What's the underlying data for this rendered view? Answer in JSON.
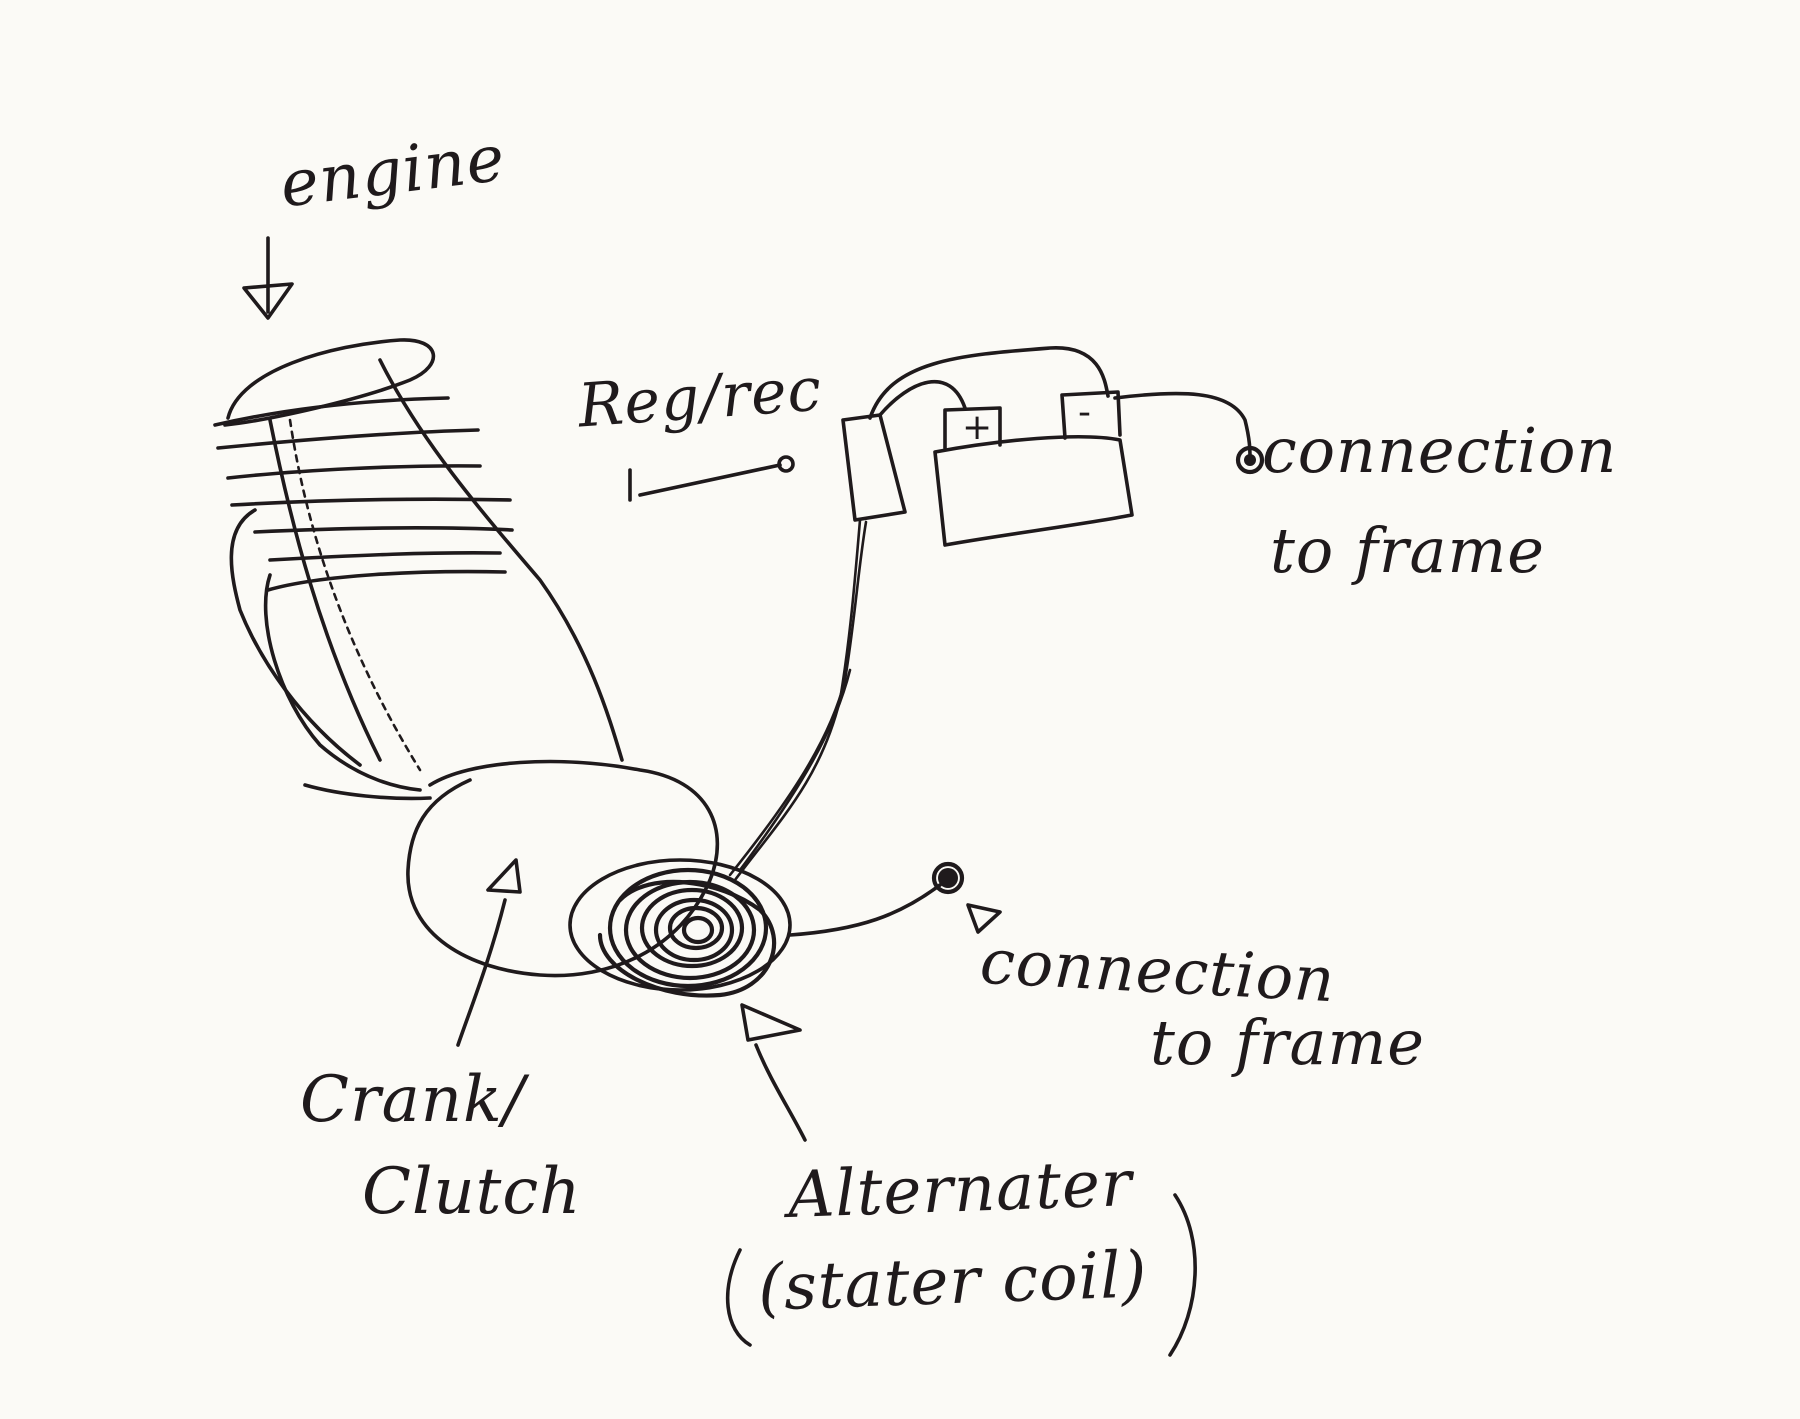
{
  "diagram": {
    "labels": {
      "engine": "engine",
      "regrec": "Reg/rec",
      "connection_battery": "connection",
      "to_frame_battery": "to frame",
      "connection_alternator": "connection",
      "to_frame_alternator": "to frame",
      "crank": "Crank/",
      "clutch": "Clutch",
      "alternator": "Alternater",
      "stator": "(stater coil)",
      "battery_plus": "+",
      "battery_minus": "-"
    },
    "ink_color": "#1f1a1c",
    "paper_color": "#fbfaf6"
  }
}
